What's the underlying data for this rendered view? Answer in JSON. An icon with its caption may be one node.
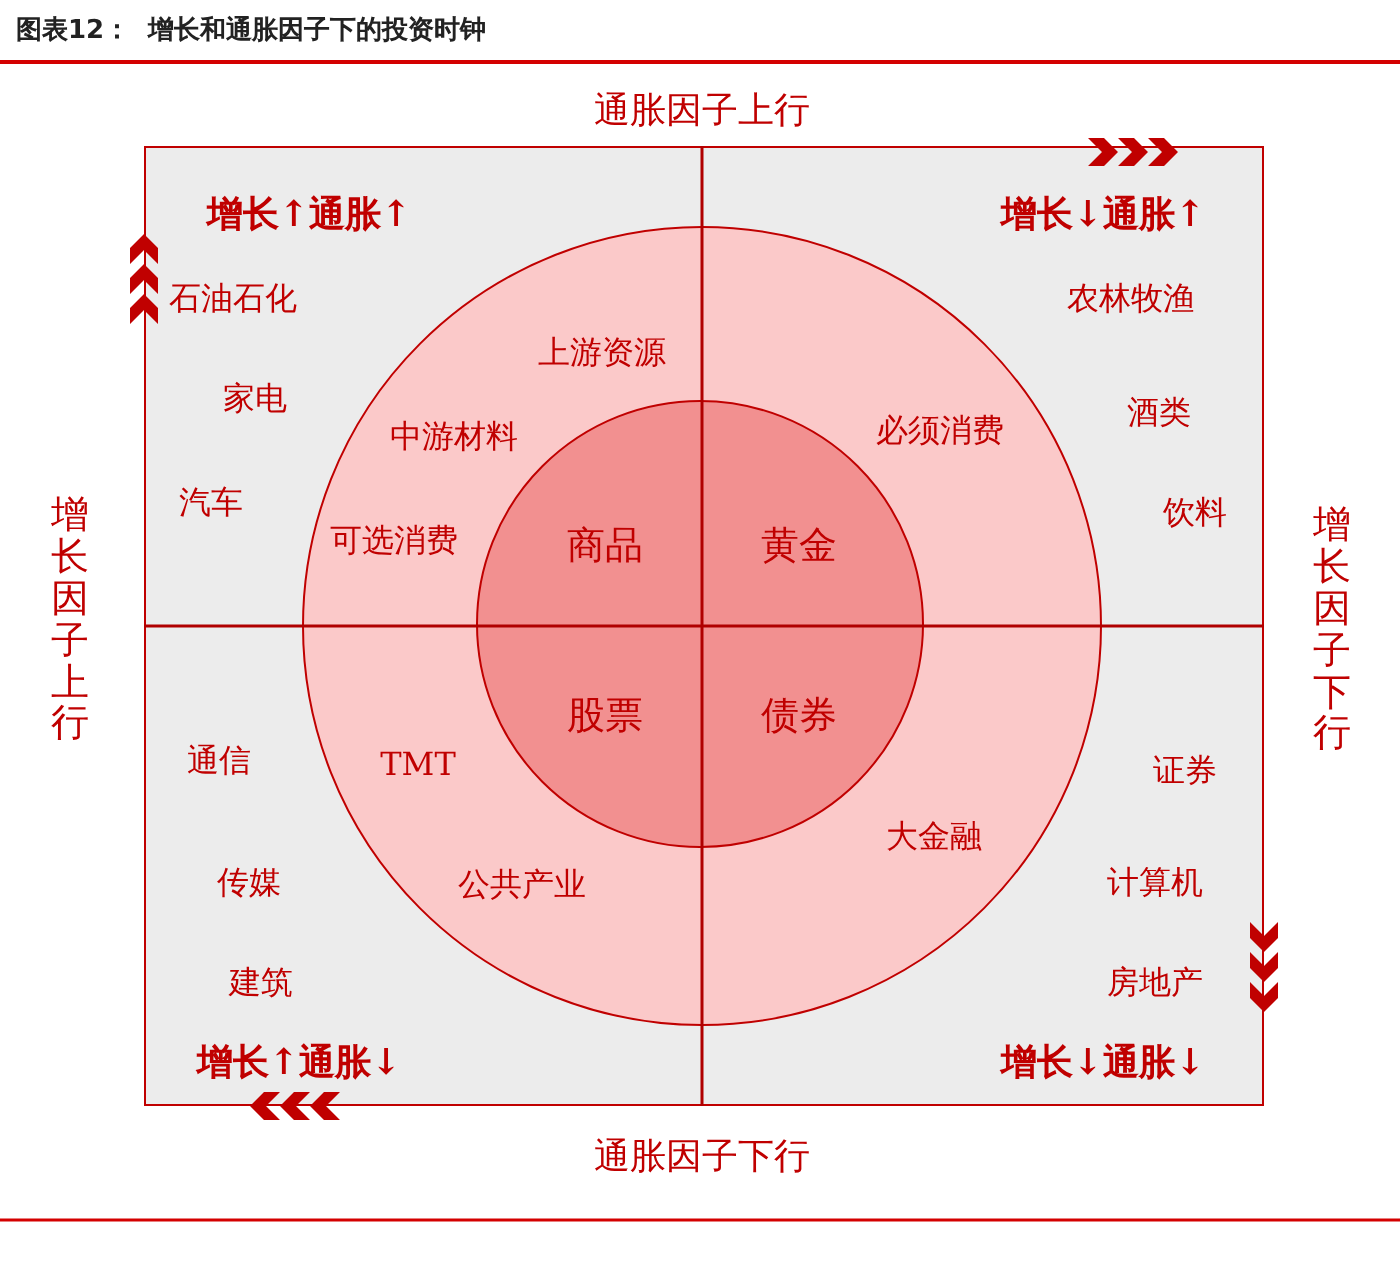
{
  "diagram": {
    "title": "图表12：  增长和通胀因子下的投资时钟",
    "nodes": [
      {
        "text": [
          "增长↑通胀↑",
          "增长↓通胀↑",
          "石油石化",
          "农林牧渔",
          "家电",
          "酒类",
          "汽车",
          "饮料",
          "通信",
          "证券",
          "传媒",
          "计算机",
          "建筑",
          "房地产",
          "增长↑通胀↓",
          "增长↓通胀↓"
        ]
      },
      {
        "text": [
          "上游资源",
          "中游材料",
          "必须消费",
          "可选消费",
          "TMT",
          "公共产业",
          "大金融"
        ],
        "in": 0
      },
      {
        "text": [
          "商品",
          "黄金",
          "股票",
          "债券"
        ],
        "in": 1
      }
    ],
    "labels": [
      "通胀因子上行",
      "增长因子上行",
      "增长因子下行",
      "通胀因子下行"
    ]
  }
}
